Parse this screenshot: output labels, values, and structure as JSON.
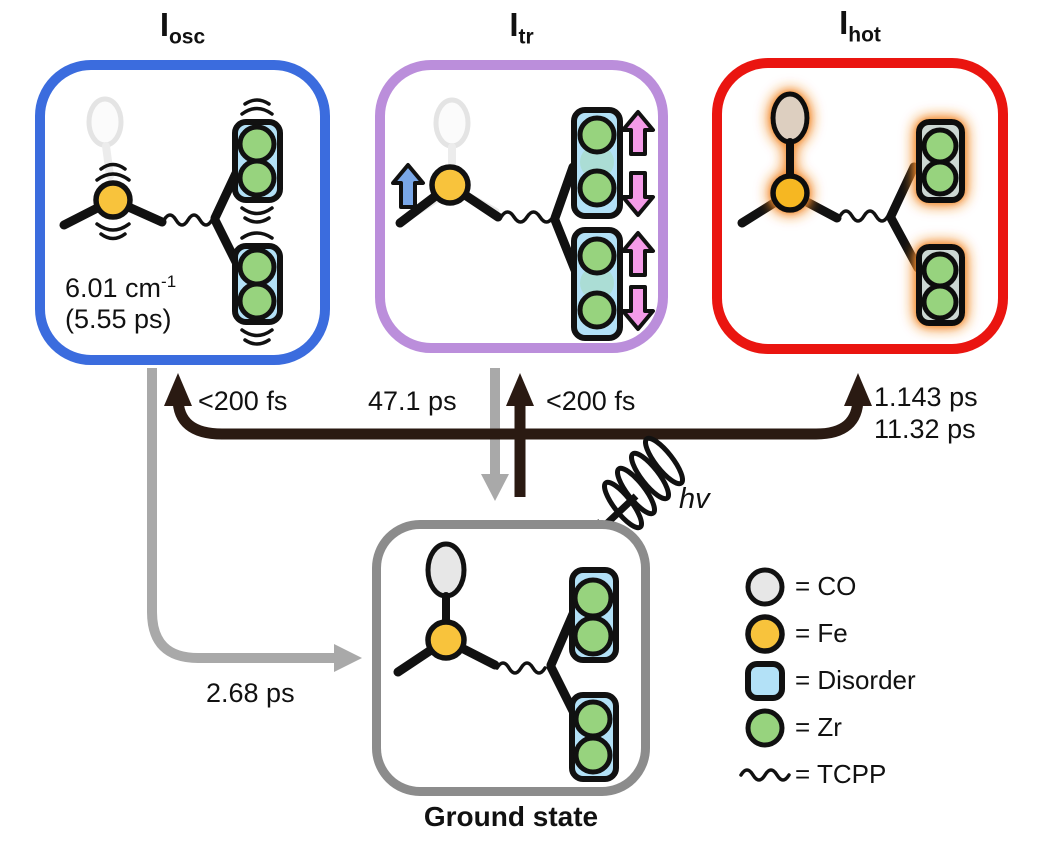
{
  "figure": {
    "type": "photophysics-state-diagram",
    "ground_label": "Ground state"
  },
  "states": {
    "osc": {
      "title_main": "I",
      "title_sub": "osc",
      "freq": "6.01 cm",
      "freq_sup": "-1",
      "lifetime": "(5.55 ps)"
    },
    "tr": {
      "title_main": "I",
      "title_sub": "tr"
    },
    "hot": {
      "title_main": "I",
      "title_sub": "hot"
    },
    "ground": {
      "label": "Ground state"
    }
  },
  "transitions": {
    "osc_excite": "<200 fs",
    "tr_relax": "47.1 ps",
    "tr_excite": "<200 fs",
    "hot_excite_1": "1.143 ps",
    "hot_excite_2": "11.32 ps",
    "osc_relax": "2.68 ps",
    "photon": "hv"
  },
  "legend": {
    "items": [
      {
        "symbol": "co-circle",
        "label": "= CO"
      },
      {
        "symbol": "fe-circle",
        "label": "= Fe"
      },
      {
        "symbol": "disorder-square",
        "label": "= Disorder"
      },
      {
        "symbol": "zr-circle",
        "label": "= Zr"
      },
      {
        "symbol": "tcpp-wave",
        "label": "= TCPP"
      }
    ]
  },
  "palette": {
    "box_osc": "#3b6cde",
    "box_tr": "#bb8edb",
    "box_hot": "#ea1510",
    "box_ground": "#8c8c8c",
    "arrow_dark": "#2a1a12",
    "arrow_gray": "#a9a9a9",
    "fe_yellow": "#f8c33c",
    "fe_hot": "#f6b720",
    "zr_green": "#97d37e",
    "disorder_blue": "#b3e1f7",
    "co_gray": "#e7e7e7",
    "co_hot_tan": "#ddcfc0",
    "glow_orange": "#f28a2e",
    "arrow_pink": "#f49be8",
    "arrow_blue": "#79a7e8"
  }
}
